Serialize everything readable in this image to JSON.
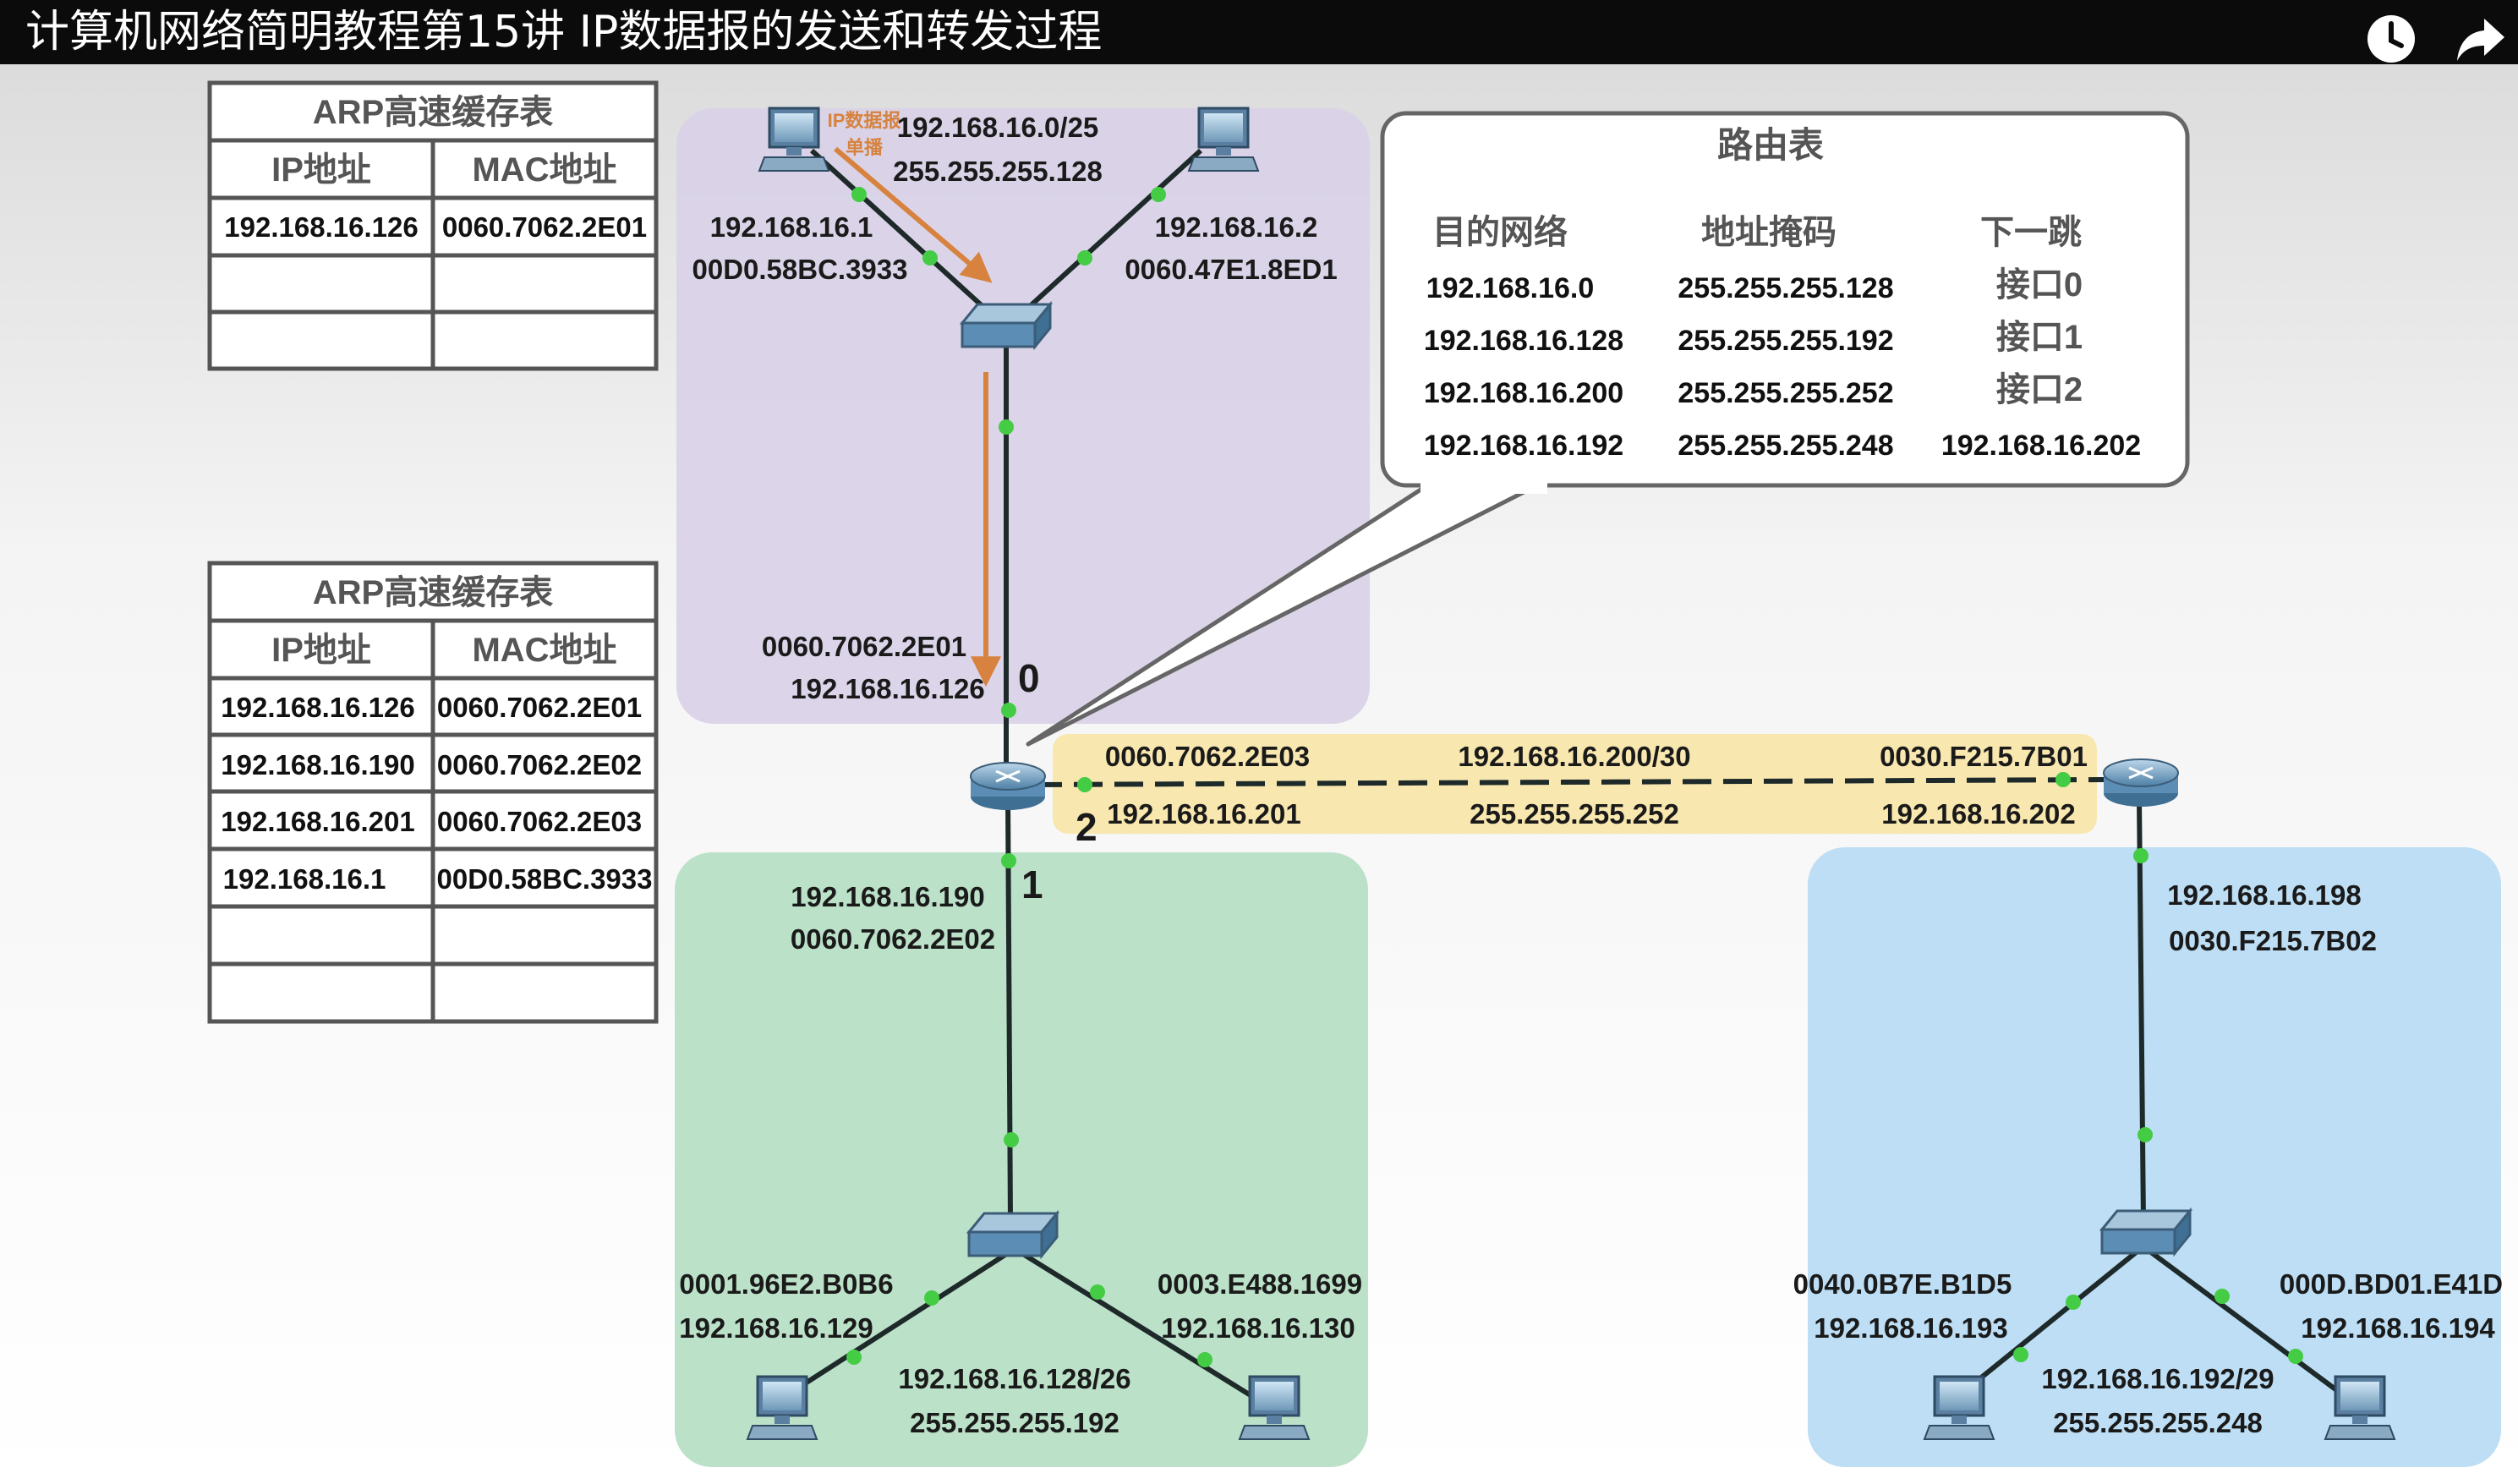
{
  "title_bar": {
    "title": "计算机网络简明教程第15讲 IP数据报的发送和转发过程",
    "icons": [
      "clock-icon",
      "share-icon"
    ]
  },
  "arp_table_top": {
    "title": "ARP高速缓存表",
    "headers": [
      "IP地址",
      "MAC地址"
    ],
    "rows": [
      [
        "192.168.16.126",
        "0060.7062.2E01"
      ],
      [
        "",
        ""
      ],
      [
        "",
        ""
      ]
    ]
  },
  "arp_table_bottom": {
    "title": "ARP高速缓存表",
    "headers": [
      "IP地址",
      "MAC地址"
    ],
    "rows": [
      [
        "192.168.16.126",
        "0060.7062.2E01"
      ],
      [
        "192.168.16.190",
        "0060.7062.2E02"
      ],
      [
        "192.168.16.201",
        "0060.7062.2E03"
      ],
      [
        "192.168.16.1",
        "00D0.58BC.3933"
      ],
      [
        "",
        ""
      ],
      [
        "",
        ""
      ]
    ]
  },
  "routing_table": {
    "title": "路由表",
    "headers": [
      "目的网络",
      "地址掩码",
      "下一跳"
    ],
    "rows": [
      [
        "192.168.16.0",
        "255.255.255.128",
        "接口0"
      ],
      [
        "192.168.16.128",
        "255.255.255.192",
        "接口1"
      ],
      [
        "192.168.16.200",
        "255.255.255.252",
        "接口2"
      ],
      [
        "192.168.16.192",
        "255.255.255.248",
        "192.168.16.202"
      ]
    ]
  },
  "network_top": {
    "network": "192.168.16.0/25",
    "mask": "255.255.255.128",
    "datagram_note_line1": "IP数据报",
    "datagram_note_line2": "单播",
    "host_left_ip": "192.168.16.1",
    "host_left_mac": "00D0.58BC.3933",
    "host_right_ip": "192.168.16.2",
    "host_right_mac": "0060.47E1.8ED1",
    "router_if_mac": "0060.7062.2E01",
    "router_if_ip": "192.168.16.126"
  },
  "network_link": {
    "left_mac": "0060.7062.2E03",
    "left_ip": "192.168.16.201",
    "network": "192.168.16.200/30",
    "mask": "255.255.255.252",
    "right_mac": "0030.F215.7B01",
    "right_ip": "192.168.16.202"
  },
  "network_bottom": {
    "router_if_ip": "192.168.16.190",
    "router_if_mac": "0060.7062.2E02",
    "host_left_mac": "0001.96E2.B0B6",
    "host_left_ip": "192.168.16.129",
    "host_right_mac": "0003.E488.1699",
    "host_right_ip": "192.168.16.130",
    "network": "192.168.16.128/26",
    "mask": "255.255.255.192"
  },
  "network_right": {
    "router_if_ip": "192.168.16.198",
    "router_if_mac": "0030.F215.7B02",
    "host_left_mac": "0040.0B7E.B1D5",
    "host_left_ip": "192.168.16.193",
    "host_right_mac": "000D.BD01.E41D",
    "host_right_ip": "192.168.16.194",
    "network": "192.168.16.192/29",
    "mask": "255.255.255.248"
  },
  "interface_numbers": {
    "if0": "0",
    "if1": "1",
    "if2": "2"
  },
  "colors": {
    "title_bar": "#0b0b0b",
    "zone_top": "#d9d2e8",
    "zone_bottom": "#b8dfc6",
    "zone_right": "#b9dcf3",
    "zone_link": "#f8e6ab",
    "arrow": "#d7823e",
    "port_dot": "#44cc44",
    "table_border": "#555555"
  }
}
